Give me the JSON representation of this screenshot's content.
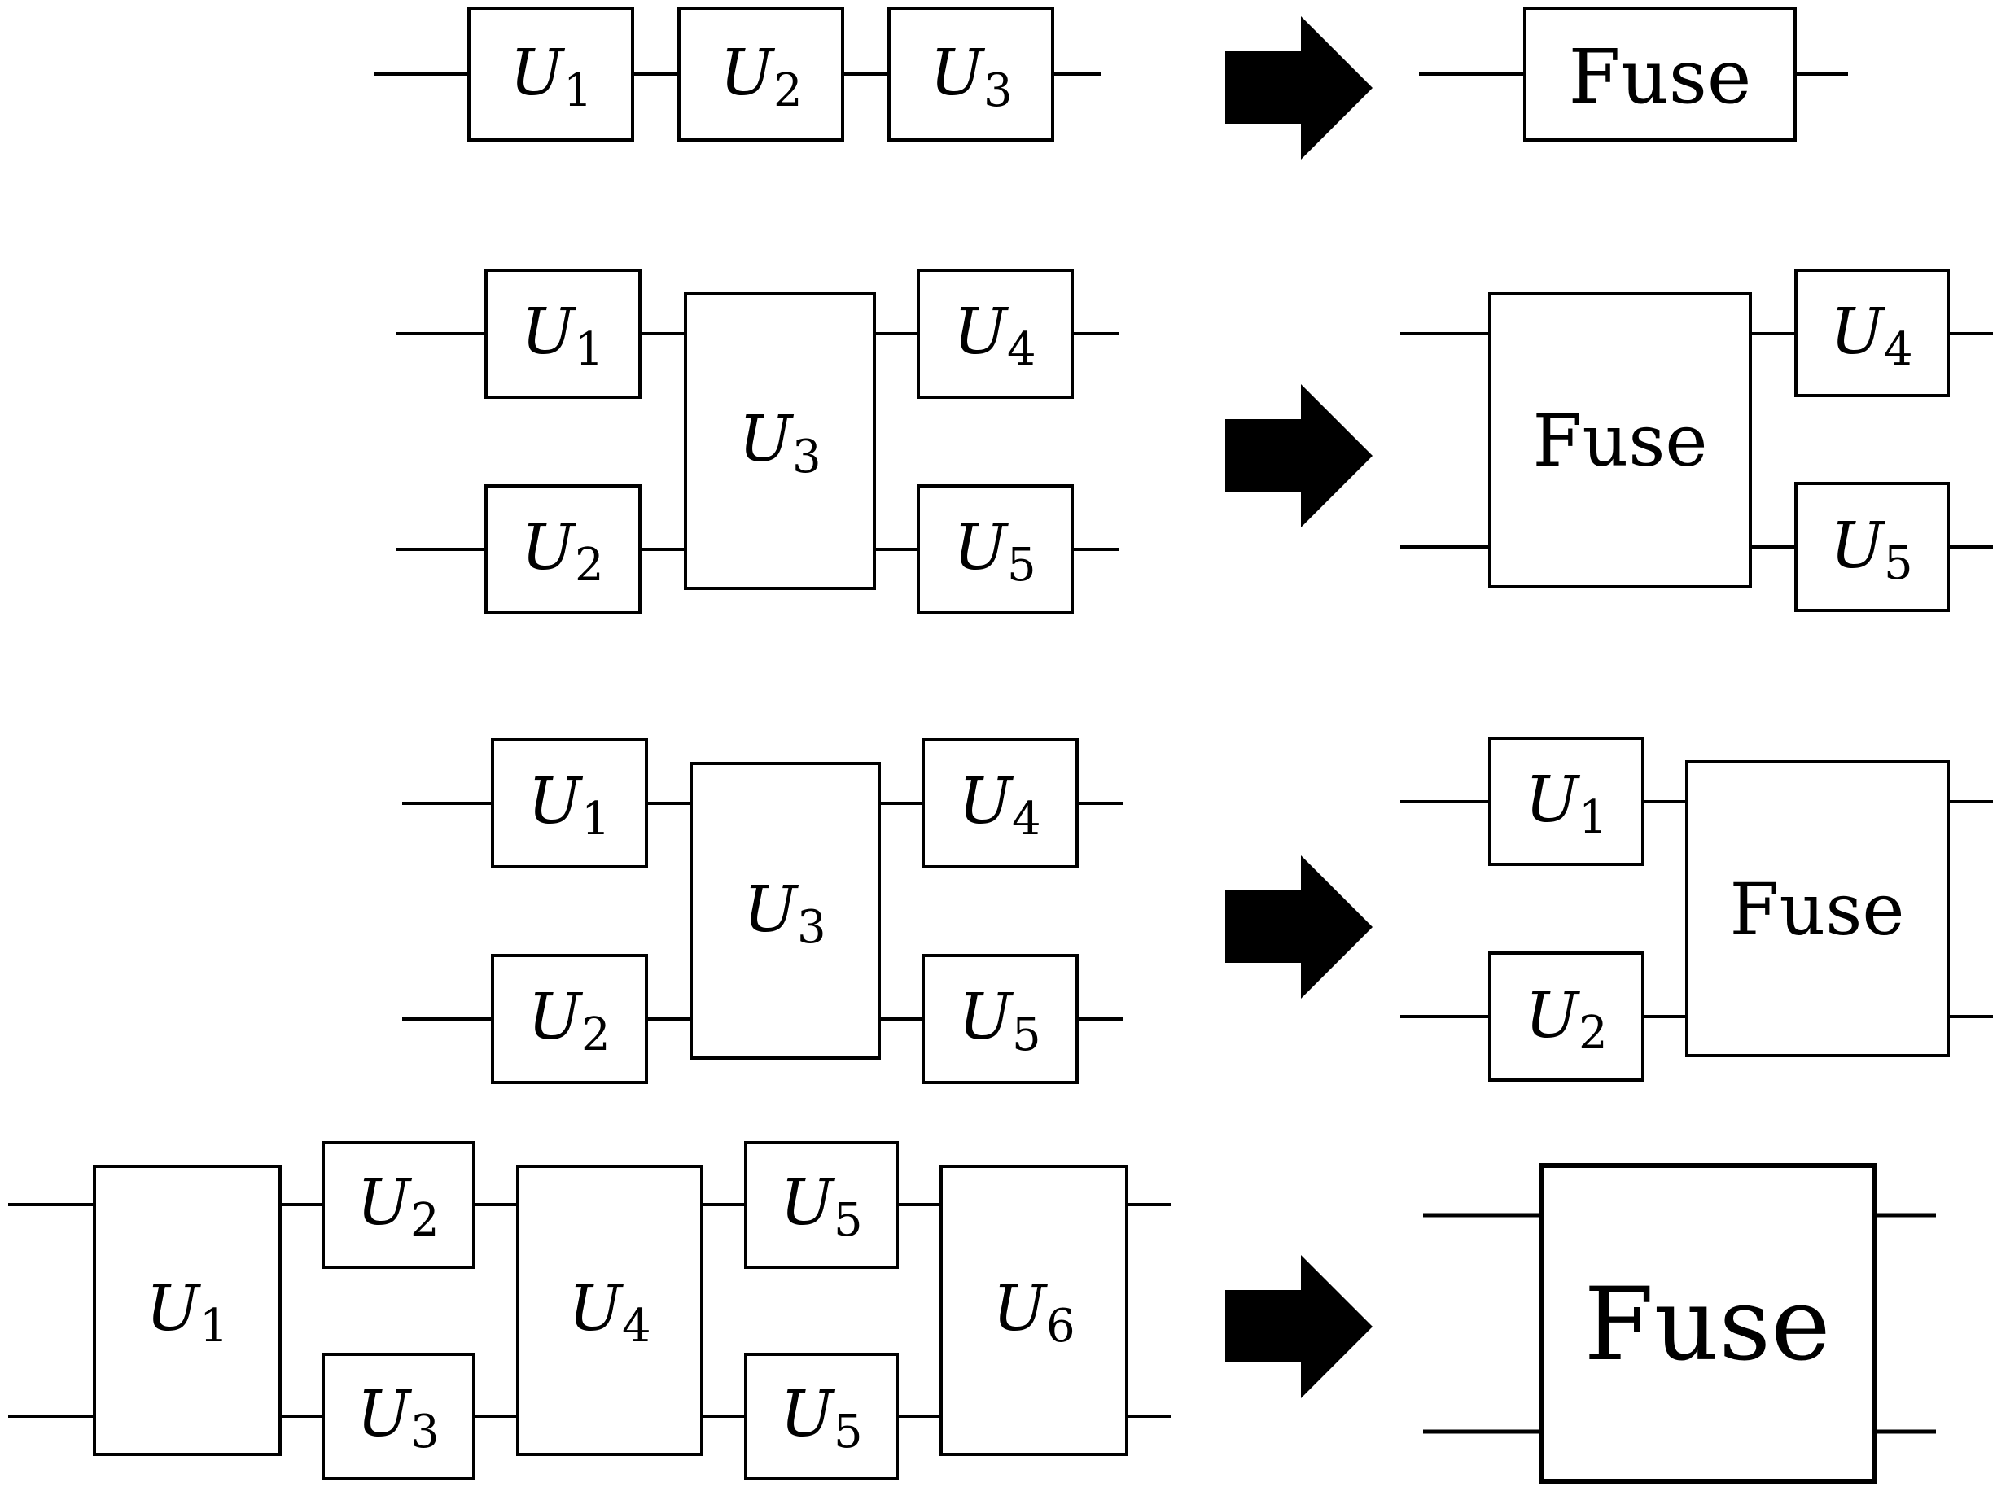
{
  "gate_letter": "U",
  "fuse_label": "Fuse",
  "rows": [
    {
      "before_gates": [
        "1",
        "2",
        "3"
      ],
      "after_fuse": "Fuse"
    },
    {
      "before_gates": [
        "1",
        "2",
        "3",
        "4",
        "5"
      ],
      "after_fuse": "Fuse",
      "after_gates": [
        "4",
        "5"
      ]
    },
    {
      "before_gates": [
        "1",
        "2",
        "3",
        "4",
        "5"
      ],
      "after_gates": [
        "1",
        "2"
      ],
      "after_fuse": "Fuse"
    },
    {
      "before_gates": [
        "1",
        "2",
        "3",
        "4",
        "5",
        "5",
        "6"
      ],
      "after_fuse": "Fuse"
    }
  ],
  "icons": {
    "arrow": "right-arrow-icon"
  },
  "colors": {
    "ink": "#000000",
    "background": "#ffffff"
  }
}
